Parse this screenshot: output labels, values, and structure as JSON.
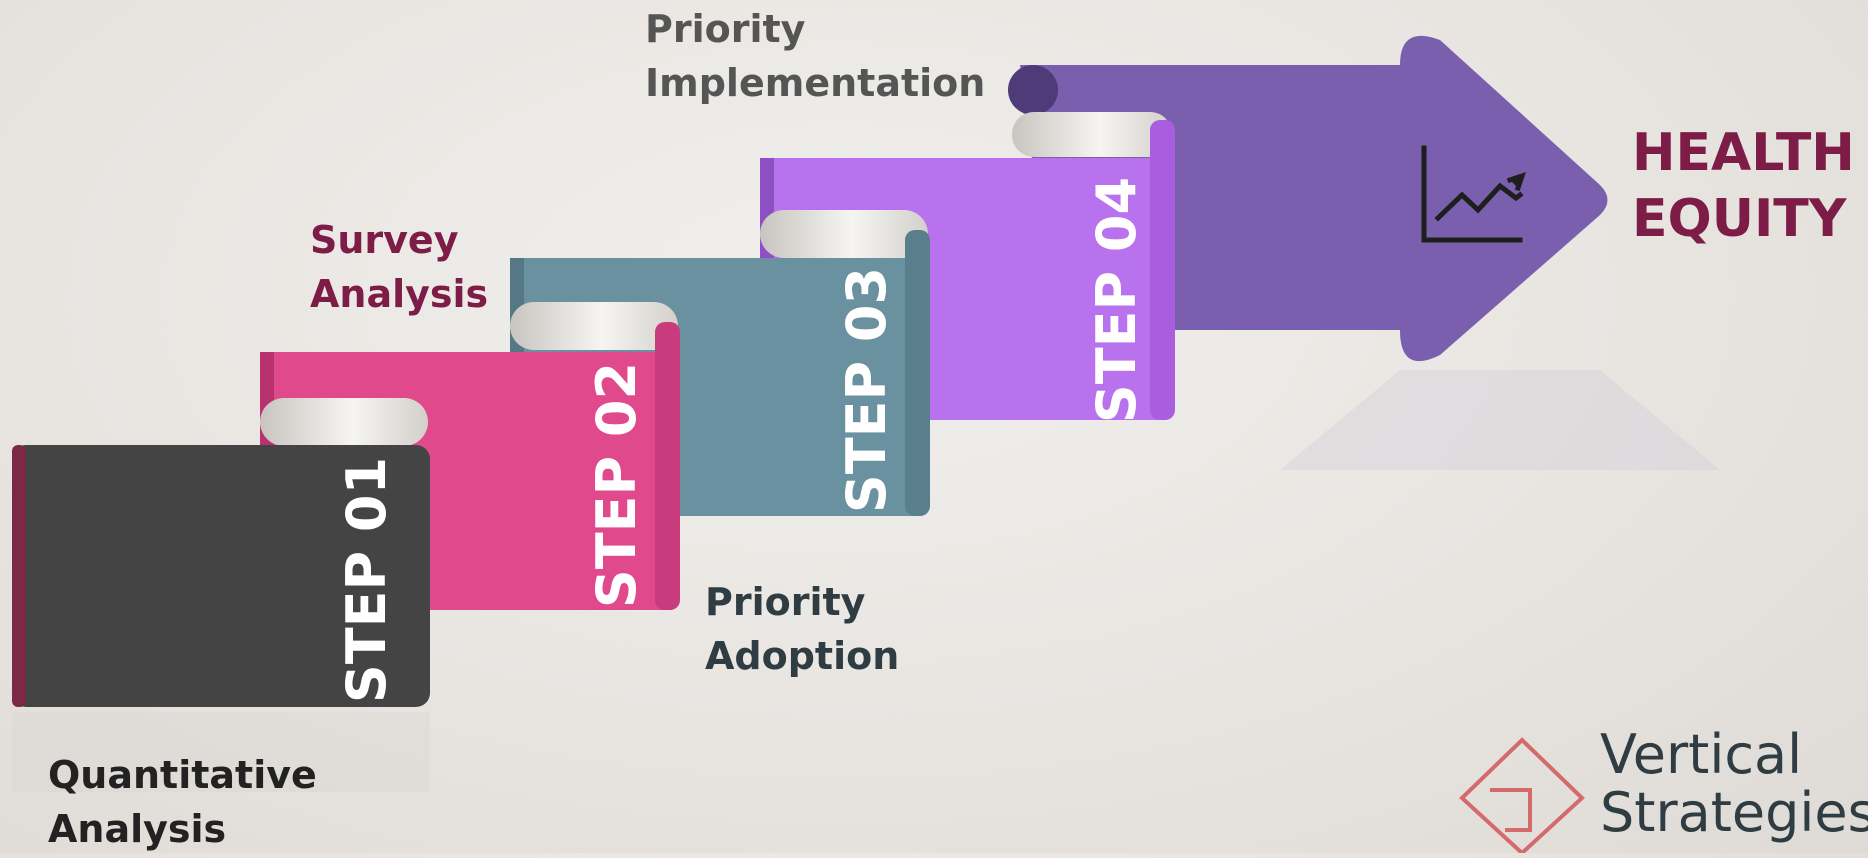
{
  "steps": [
    {
      "label": "STEP 01",
      "caption": [
        "Quantitative",
        "Analysis"
      ],
      "color": "#444444"
    },
    {
      "label": "STEP 02",
      "caption": [
        "Survey",
        "Analysis"
      ],
      "color": "#e0498c"
    },
    {
      "label": "STEP 03",
      "caption": [
        "Priority",
        "Adoption"
      ],
      "color": "#6a919f"
    },
    {
      "label": "STEP 04",
      "caption": [
        "Priority",
        "Implementation"
      ],
      "color": "#b872ee"
    }
  ],
  "goal": {
    "lines": [
      "HEALTH",
      "EQUITY"
    ],
    "color": "#7c1c47",
    "icon": "trending-up-chart-icon"
  },
  "arrow": {
    "color": "#7a5faf"
  },
  "brand": {
    "lines": [
      "Vertical",
      "Strategies"
    ],
    "logo": "diamond-logo",
    "color": "#d46a6a"
  }
}
